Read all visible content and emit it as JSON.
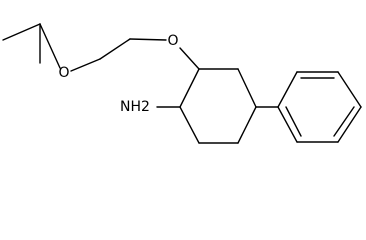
{
  "atom_labels": {
    "ether_oxygen_1": "O",
    "ether_oxygen_2": "O",
    "amine": "NH2"
  },
  "colors": {
    "bond": "#000000",
    "background": "#ffffff"
  }
}
